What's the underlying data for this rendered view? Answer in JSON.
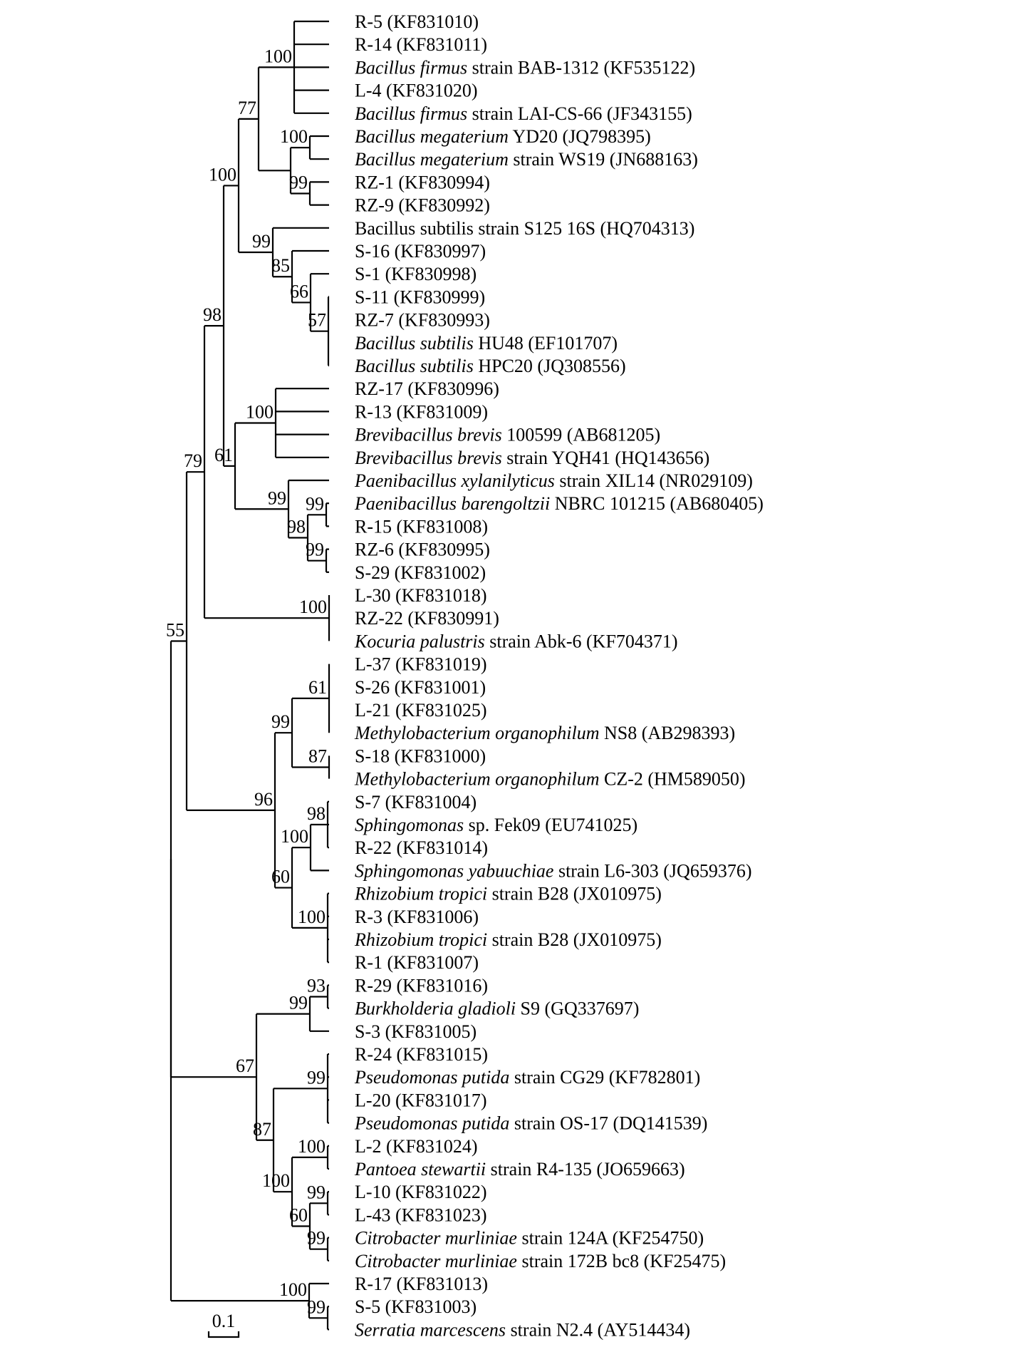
{
  "leaves": [
    {
      "pre": "R-5 (KF831010)",
      "sp": "",
      "post": ""
    },
    {
      "pre": "R-14 (KF831011)",
      "sp": "",
      "post": ""
    },
    {
      "pre": "",
      "sp": "Bacillus firmus",
      "post": " strain BAB-1312 (KF535122)"
    },
    {
      "pre": "L-4 (KF831020)",
      "sp": "",
      "post": ""
    },
    {
      "pre": "",
      "sp": "Bacillus firmus",
      "post": " strain LAI-CS-66 (JF343155)"
    },
    {
      "pre": "",
      "sp": "Bacillus megaterium",
      "post": " YD20 (JQ798395)"
    },
    {
      "pre": "",
      "sp": "Bacillus megaterium",
      "post": " strain WS19 (JN688163)"
    },
    {
      "pre": "RZ-1 (KF830994)",
      "sp": "",
      "post": ""
    },
    {
      "pre": "RZ-9 (KF830992)",
      "sp": "",
      "post": ""
    },
    {
      "pre": "Bacillus subtilis strain S125 16S (HQ704313)",
      "sp": "",
      "post": ""
    },
    {
      "pre": "S-16 (KF830997)",
      "sp": "",
      "post": ""
    },
    {
      "pre": "S-1 (KF830998)",
      "sp": "",
      "post": ""
    },
    {
      "pre": "S-11 (KF830999)",
      "sp": "",
      "post": ""
    },
    {
      "pre": "RZ-7 (KF830993)",
      "sp": "",
      "post": ""
    },
    {
      "pre": "",
      "sp": "Bacillus subtilis",
      "post": " HU48 (EF101707)"
    },
    {
      "pre": "",
      "sp": "Bacillus subtilis",
      "post": " HPC20 (JQ308556)"
    },
    {
      "pre": "RZ-17 (KF830996)",
      "sp": "",
      "post": ""
    },
    {
      "pre": "R-13 (KF831009)",
      "sp": "",
      "post": ""
    },
    {
      "pre": "",
      "sp": "Brevibacillus brevis",
      "post": " 100599 (AB681205)"
    },
    {
      "pre": "",
      "sp": "Brevibacillus brevis",
      "post": " strain YQH41 (HQ143656)"
    },
    {
      "pre": "",
      "sp": "Paenibacillus xylanilyticus",
      "post": " strain XIL14 (NR029109)"
    },
    {
      "pre": "",
      "sp": "Paenibacillus barengoltzii",
      "post": " NBRC 101215 (AB680405)"
    },
    {
      "pre": "R-15 (KF831008)",
      "sp": "",
      "post": ""
    },
    {
      "pre": "RZ-6 (KF830995)",
      "sp": "",
      "post": ""
    },
    {
      "pre": "S-29 (KF831002)",
      "sp": "",
      "post": ""
    },
    {
      "pre": "L-30 (KF831018)",
      "sp": "",
      "post": ""
    },
    {
      "pre": "RZ-22 (KF830991)",
      "sp": "",
      "post": ""
    },
    {
      "pre": "",
      "sp": "Kocuria palustris",
      "post": " strain Abk-6 (KF704371)"
    },
    {
      "pre": "L-37 (KF831019)",
      "sp": "",
      "post": ""
    },
    {
      "pre": "S-26 (KF831001)",
      "sp": "",
      "post": ""
    },
    {
      "pre": "L-21 (KF831025)",
      "sp": "",
      "post": ""
    },
    {
      "pre": "",
      "sp": "Methylobacterium organophilum",
      "post": " NS8 (AB298393)"
    },
    {
      "pre": "S-18 (KF831000)",
      "sp": "",
      "post": ""
    },
    {
      "pre": "",
      "sp": "Methylobacterium organophilum",
      "post": " CZ-2 (HM589050)"
    },
    {
      "pre": "S-7 (KF831004)",
      "sp": "",
      "post": ""
    },
    {
      "pre": "",
      "sp": "Sphingomonas",
      "post": " sp. Fek09 (EU741025)"
    },
    {
      "pre": "R-22 (KF831014)",
      "sp": "",
      "post": ""
    },
    {
      "pre": "",
      "sp": "Sphingomonas yabuuchiae",
      "post": " strain L6-303 (JQ659376)"
    },
    {
      "pre": "",
      "sp": "Rhizobium tropici",
      "post": " strain B28 (JX010975)"
    },
    {
      "pre": "R-3 (KF831006)",
      "sp": "",
      "post": ""
    },
    {
      "pre": "",
      "sp": "Rhizobium tropici",
      "post": " strain B28 (JX010975)"
    },
    {
      "pre": "R-1 (KF831007)",
      "sp": "",
      "post": ""
    },
    {
      "pre": "R-29 (KF831016)",
      "sp": "",
      "post": ""
    },
    {
      "pre": "",
      "sp": "Burkholderia gladioli",
      "post": " S9 (GQ337697)"
    },
    {
      "pre": "S-3 (KF831005)",
      "sp": "",
      "post": ""
    },
    {
      "pre": "R-24 (KF831015)",
      "sp": "",
      "post": ""
    },
    {
      "pre": "",
      "sp": "Pseudomonas putida",
      "post": " strain CG29 (KF782801)"
    },
    {
      "pre": "L-20 (KF831017)",
      "sp": "",
      "post": ""
    },
    {
      "pre": "",
      "sp": "Pseudomonas putida",
      "post": " strain OS-17 (DQ141539)"
    },
    {
      "pre": "L-2 (KF831024)",
      "sp": "",
      "post": ""
    },
    {
      "pre": "",
      "sp": "Pantoea stewartii",
      "post": " strain R4-135 (JO659663)"
    },
    {
      "pre": "L-10 (KF831022)",
      "sp": "",
      "post": ""
    },
    {
      "pre": "L-43 (KF831023)",
      "sp": "",
      "post": ""
    },
    {
      "pre": "",
      "sp": "Citrobacter murliniae",
      "post": " strain 124A (KF254750)"
    },
    {
      "pre": "",
      "sp": "Citrobacter murliniae",
      "post": " strain 172B bc8 (KF25475)"
    },
    {
      "pre": "R-17 (KF831013)",
      "sp": "",
      "post": ""
    },
    {
      "pre": "S-5 (KF831003)",
      "sp": "",
      "post": ""
    },
    {
      "pre": "",
      "sp": "Serratia marcescens",
      "post": " strain N2.4 (AY514434)"
    }
  ],
  "bootstrap": [
    "100",
    "77",
    "100",
    "99",
    "100",
    "99",
    "85",
    "66",
    "57",
    "98",
    "100",
    "61",
    "99",
    "99",
    "98",
    "99",
    "79",
    "100",
    "55",
    "61",
    "99",
    "87",
    "96",
    "98",
    "100",
    "60",
    "100",
    "93",
    "99",
    "67",
    "99",
    "87",
    "100",
    "100",
    "99",
    "60",
    "99",
    "100",
    "99"
  ],
  "scale_bar": {
    "label": "0.1"
  }
}
